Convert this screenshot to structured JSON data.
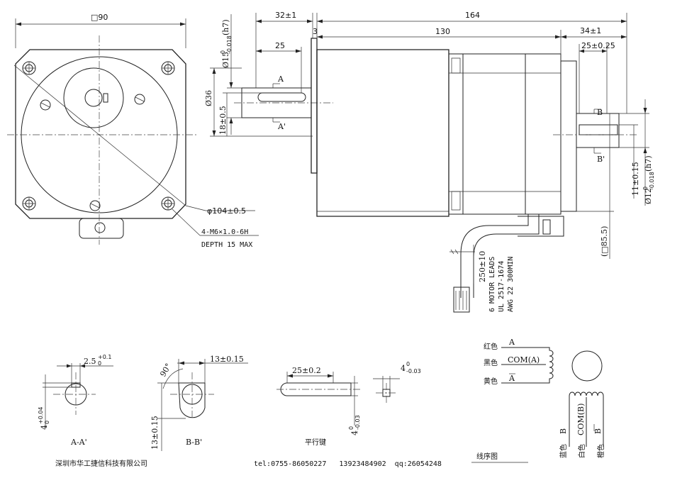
{
  "front_view": {
    "square_size": "□90",
    "bolt_circle": "φ104±0.5",
    "thread_note_1": "4-M6×1.0-6H",
    "thread_note_2": "DEPTH 15 MAX"
  },
  "side_view": {
    "shaft_dia": "Ø15",
    "shaft_tol_upper": "0",
    "shaft_tol_lower": "-0.018",
    "shaft_fit": "(h7)",
    "body_dia": "Ø36",
    "key_height": "18±0.5",
    "front_length": "32±1",
    "key_length": "25",
    "flange_gap": "3",
    "total_length": "164",
    "body_length": "130",
    "rear_length": "34±1",
    "rear_key_length": "25±0.25",
    "section_a": "A",
    "section_a_prime": "A'",
    "section_b": "B",
    "section_b_prime": "B'",
    "rear_key_height": "11±0.15",
    "rear_shaft_dia": "Ø12",
    "rear_tol_upper": "0",
    "rear_tol_lower": "-0.018",
    "rear_fit": "(h7)",
    "side_square": "(□85.5)",
    "lead_length": "250±10",
    "lead_desc": "6 MOTOR LEADS",
    "lead_spec_1": "UL 2517-1674",
    "lead_spec_2": "AWG 22 300MIN"
  },
  "detail_a": {
    "key_width": "2.5",
    "key_width_tol_upper": "+0.1",
    "key_width_tol_lower": "0",
    "depth": "4",
    "depth_tol_upper": "+0.04",
    "depth_tol_lower": "0",
    "label": "A-A'"
  },
  "detail_b": {
    "angle": "90°",
    "width": "13±0.15",
    "height": "13±0.15",
    "label": "B-B'"
  },
  "detail_key": {
    "length": "25±0.2",
    "thickness": "4",
    "thickness_tol_upper": "0",
    "thickness_tol_lower": "-0.03",
    "width": "4",
    "width_tol_upper": "0",
    "width_tol_lower": "-0.03",
    "label": "平行键"
  },
  "wiring": {
    "red": "红色",
    "black": "黑色",
    "yellow": "黄色",
    "phase_a": "A",
    "com_a": "COM(A)",
    "phase_a_bar": "A",
    "blue": "蓝色",
    "white": "白色",
    "orange": "橙色",
    "phase_b": "B",
    "com_b": "COM(B)",
    "phase_b_bar": "B",
    "title": "线序图"
  },
  "footer": {
    "company": "深圳市华工捷信科技有限公司",
    "contact": "tel:0755-86050227   13923484902  qq:26054248"
  }
}
